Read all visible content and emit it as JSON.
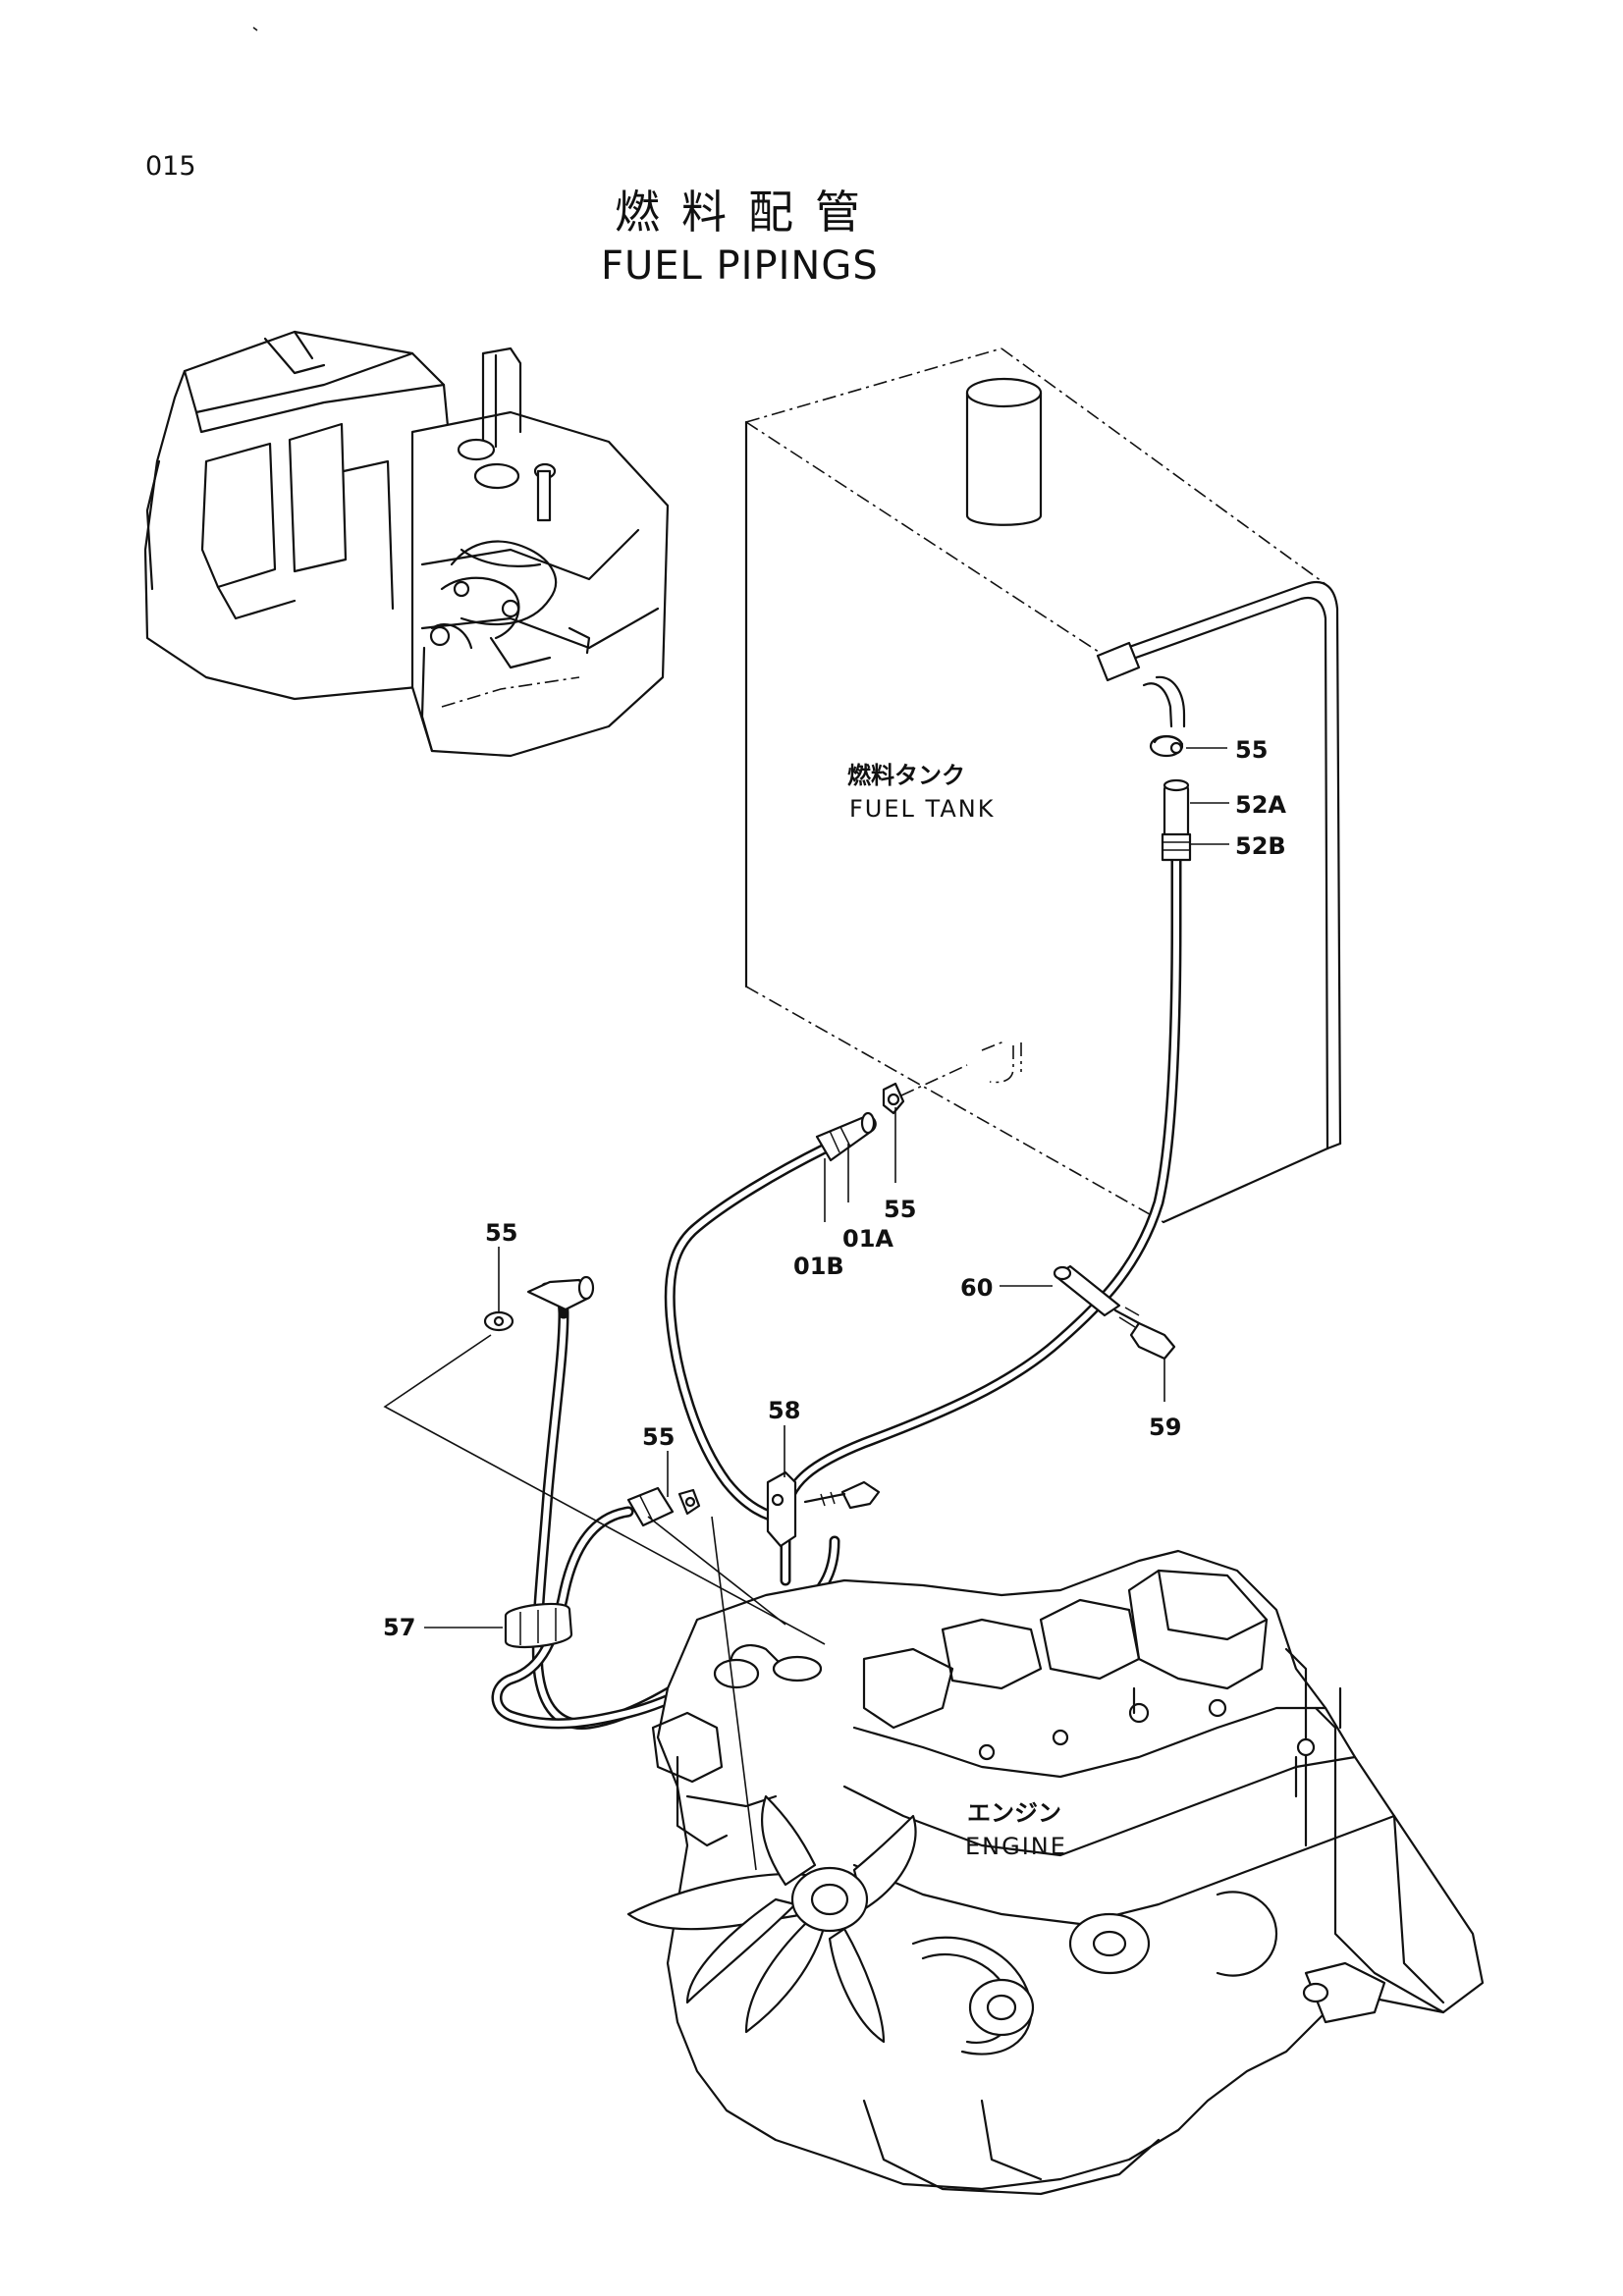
{
  "header": {
    "page_number": "015",
    "title_ja": "燃料配管",
    "title_en": "FUEL PIPINGS"
  },
  "components": {
    "fuel_tank": {
      "label_ja": "燃料タンク",
      "label_en": "FUEL TANK"
    },
    "engine": {
      "label_ja": "エンジン",
      "label_en": "ENGINE"
    }
  },
  "callouts": {
    "c55_tank_top": "55",
    "c52a": "52A",
    "c52b": "52B",
    "c55_tank_outlet": "55",
    "c01a": "01A",
    "c01b": "01B",
    "c55_left": "55",
    "c60": "60",
    "c59": "59",
    "c58": "58",
    "c55_engine": "55",
    "c57": "57"
  }
}
